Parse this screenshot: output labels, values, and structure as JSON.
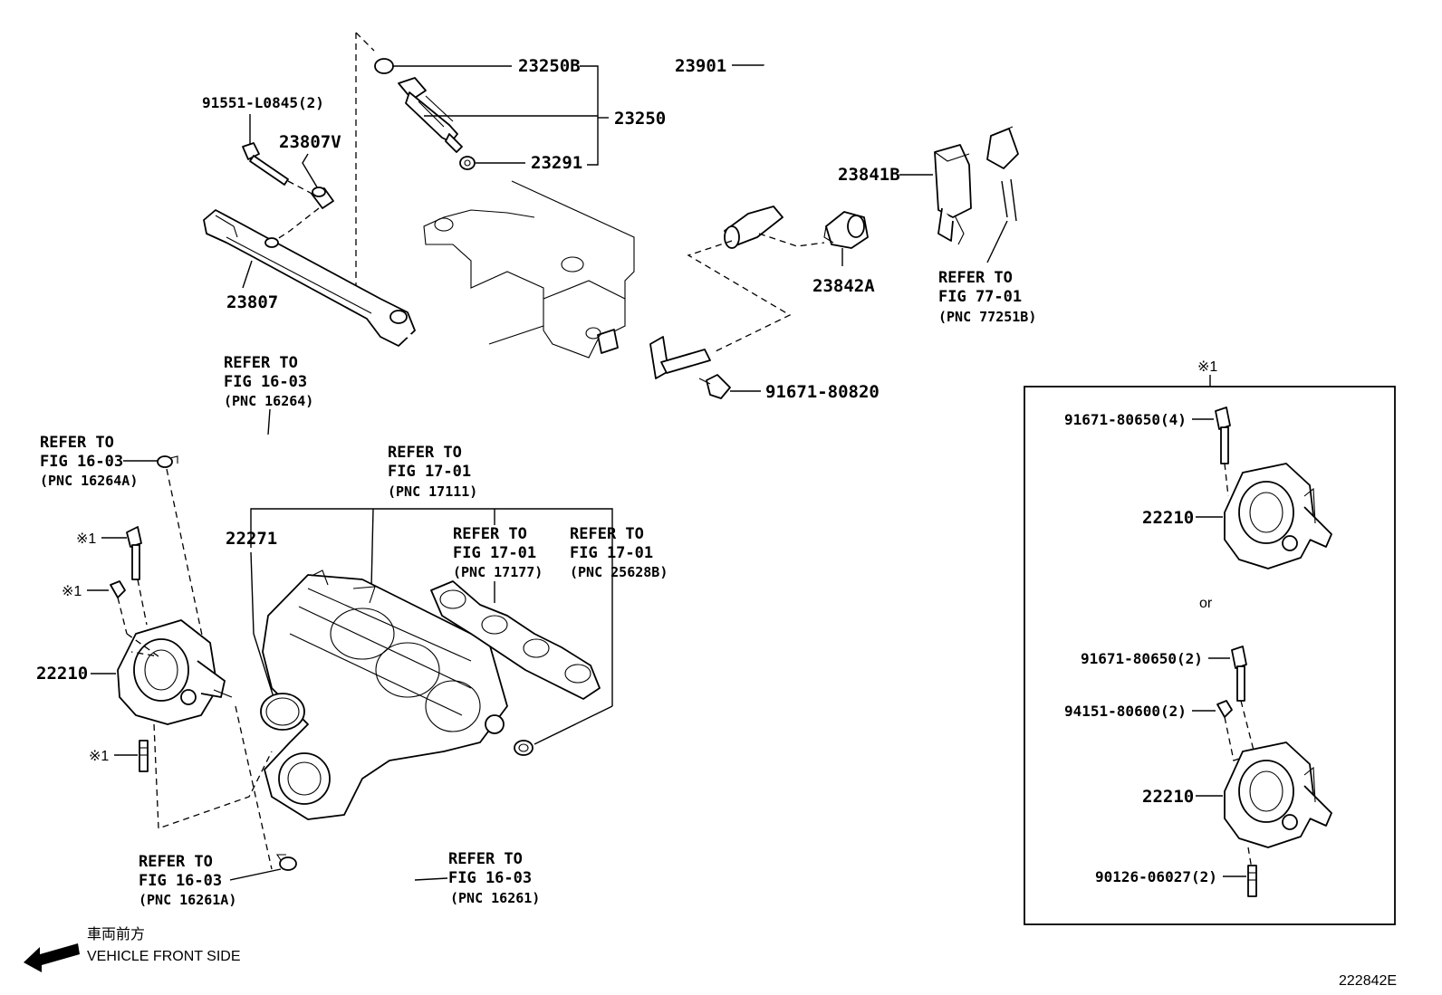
{
  "labels": {
    "p23250B": "23250B",
    "p23250": "23250",
    "p23291": "23291",
    "p23901": "23901",
    "p91551": "91551-L0845(2)",
    "p23807V": "23807V",
    "p23807": "23807",
    "p23841B": "23841B",
    "p23842A": "23842A",
    "p91671_80820": "91671-80820",
    "p22271": "22271",
    "p22210_main": "22210",
    "p22210_r1": "22210",
    "p22210_r2": "22210",
    "p91671_80650_4": "91671-80650(4)",
    "p91671_80650_2": "91671-80650(2)",
    "p94151": "94151-80600(2)",
    "p90126": "90126-06027(2)",
    "mark_box": "※1",
    "mark_bolt": "※1",
    "mark_nut": "※1",
    "mark_stud": "※1",
    "or": "or",
    "diagram_id": "222842E"
  },
  "refs": {
    "r77": {
      "refer": "REFER TO",
      "fig": "FIG 77-01",
      "pnc": "(PNC 77251B)"
    },
    "r16264": {
      "refer": "REFER TO",
      "fig": "FIG 16-03",
      "pnc": "(PNC 16264)"
    },
    "r16264A": {
      "refer": "REFER TO",
      "fig": "FIG 16-03",
      "pnc": "(PNC 16264A)"
    },
    "r17111": {
      "refer": "REFER TO",
      "fig": "FIG 17-01",
      "pnc": "(PNC 17111)"
    },
    "r17177": {
      "refer": "REFER TO",
      "fig": "FIG 17-01",
      "pnc": "(PNC 17177)"
    },
    "r25628B": {
      "refer": "REFER TO",
      "fig": "FIG 17-01",
      "pnc": "(PNC 25628B)"
    },
    "r16261A": {
      "refer": "REFER TO",
      "fig": "FIG 16-03",
      "pnc": "(PNC 16261A)"
    },
    "r16261": {
      "refer": "REFER TO",
      "fig": "FIG 16-03",
      "pnc": "(PNC 16261)"
    }
  },
  "direction": {
    "jp": "車両前方",
    "en": "VEHICLE FRONT SIDE",
    "icon": "arrow-left-icon"
  }
}
